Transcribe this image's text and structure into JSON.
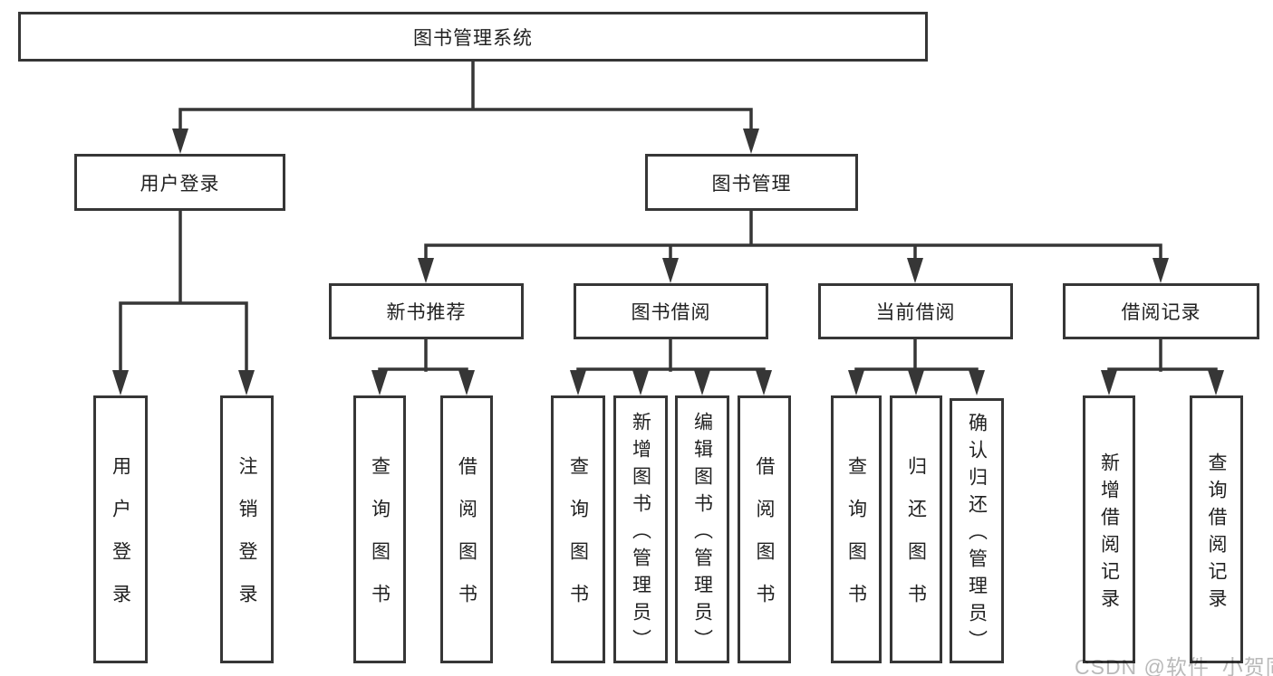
{
  "diagram": {
    "type": "hierarchy",
    "root": {
      "label": "图书管理系统"
    },
    "branches": [
      {
        "label": "用户登录",
        "children": [
          "用户登录",
          "注销登录"
        ]
      },
      {
        "label": "图书管理",
        "groups": [
          {
            "label": "新书推荐",
            "children": [
              "查询图书",
              "借阅图书"
            ]
          },
          {
            "label": "图书借阅",
            "children": [
              "查询图书",
              "新增图书（管理员）",
              "编辑图书（管理员）",
              "借阅图书"
            ]
          },
          {
            "label": "当前借阅",
            "children": [
              "查询图书",
              "归还图书",
              "确认归还（管理员）"
            ]
          },
          {
            "label": "借阅记录",
            "children": [
              "新增借阅记录",
              "查询借阅记录"
            ]
          }
        ]
      }
    ],
    "watermark": "CSDN @软件_小贺同学",
    "colors": {
      "line": "#363636",
      "box_border": "#363636",
      "box_fill": "#ffffff",
      "text": "#212121",
      "watermark": "#b9b9b9",
      "background": "#ffffff"
    }
  }
}
